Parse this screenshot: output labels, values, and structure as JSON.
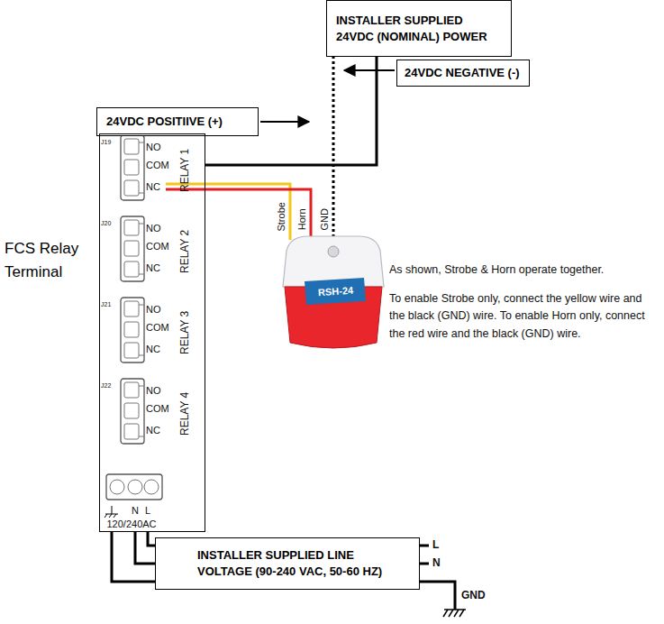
{
  "diagram": {
    "nodes": [
      {
        "text": [
          "INSTALLER SUPPLIED 24VDC (NOMINAL) POWER"
        ]
      },
      {
        "text": [
          "24VDC NEGATIVE (-)"
        ]
      },
      {
        "text": [
          "24VDC POSITIIVE (+)"
        ]
      },
      {
        "text": [
          "FCS Relay Terminal"
        ]
      },
      {
        "text": [
          "INSTALLER SUPPLIED LINE VOLTAGE (90-240 VAC, 50-60 HZ)"
        ]
      }
    ],
    "edges": [
      {
        "from": 0,
        "to": 3,
        "arrow": "none"
      },
      {
        "from": 4,
        "to": 3,
        "arrow": "none"
      },
      {
        "from": 4,
        "to": 3,
        "arrow": "none"
      },
      {
        "from": 4,
        "to": 3,
        "arrow": "none"
      }
    ],
    "labels": [
      "J19",
      "NO",
      "COM",
      "NC",
      "RELAY 1",
      "J20",
      "NO",
      "COM",
      "NC",
      "RELAY 2",
      "J21",
      "NO",
      "COM",
      "NC",
      "RELAY 3",
      "J22",
      "NO",
      "COM",
      "NC",
      "RELAY 4",
      "120/240AC",
      "N",
      "L",
      "Strobe",
      "Horn",
      "GND",
      "RSH-24",
      "As shown, Strobe & Horn operate together.",
      "To enable Strobe only, connect the yellow wire and the black (GND) wire. To enable Horn only, connect the red wire and the black (GND) wire.",
      "L",
      "N",
      "GND"
    ]
  }
}
